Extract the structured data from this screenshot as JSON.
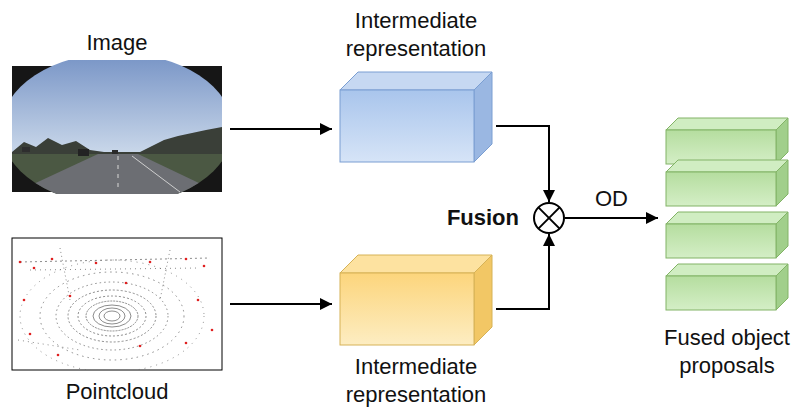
{
  "diagram": {
    "nodes": [
      {
        "text": [
          "Image"
        ]
      },
      {
        "text": [
          "Intermediate representation"
        ]
      },
      {
        "text": [
          "Pointcloud"
        ]
      },
      {
        "text": [
          "Intermediate representation"
        ]
      },
      {
        "text": [
          "Fusion"
        ]
      },
      {
        "text": [
          "Fused object proposals"
        ]
      }
    ],
    "edges": [
      {
        "from": 0,
        "to": 1,
        "arrow": "to"
      },
      {
        "from": 2,
        "to": 3,
        "arrow": "to"
      },
      {
        "from": 1,
        "to": 4,
        "arrow": "to"
      },
      {
        "from": 3,
        "to": 4,
        "arrow": "to"
      },
      {
        "from": 4,
        "to": 5,
        "label": "OD",
        "arrow": "to"
      }
    ]
  }
}
